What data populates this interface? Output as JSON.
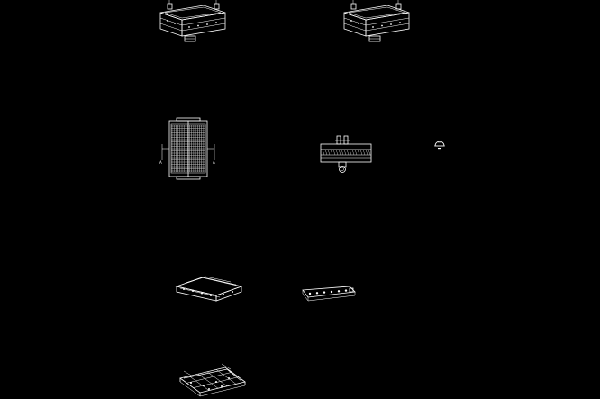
{
  "canvas": {
    "background": "#000000",
    "line_color": "#ffffff"
  },
  "views": [
    {
      "id": "iso-box-left",
      "kind": "isometric"
    },
    {
      "id": "iso-box-right",
      "kind": "isometric"
    },
    {
      "id": "plan-grid",
      "kind": "plan"
    },
    {
      "id": "side-section",
      "kind": "section"
    },
    {
      "id": "small-detail",
      "kind": "detail"
    },
    {
      "id": "iso-plate",
      "kind": "isometric"
    },
    {
      "id": "iso-rail",
      "kind": "isometric"
    },
    {
      "id": "iso-frame",
      "kind": "isometric"
    }
  ],
  "section_markers": {
    "left": "A",
    "right": "A"
  }
}
